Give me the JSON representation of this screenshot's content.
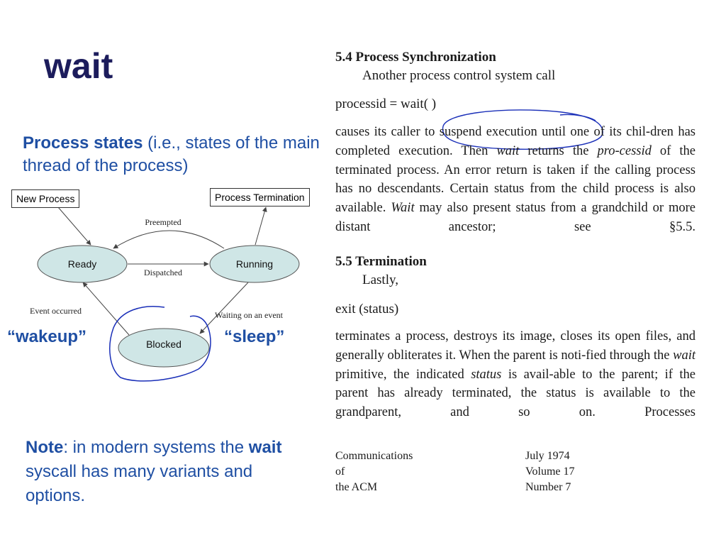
{
  "slide": {
    "title": "wait"
  },
  "states_heading": {
    "bold": "Process states",
    "rest": " (i.e., states of the main thread of the process)"
  },
  "diagram": {
    "boxes": {
      "new_process": "New Process",
      "process_termination": "Process Termination"
    },
    "states": {
      "ready": "Ready",
      "running": "Running",
      "blocked": "Blocked"
    },
    "transitions": {
      "preempted": "Preempted",
      "dispatched": "Dispatched",
      "event_occurred": "Event occurred",
      "waiting_on_event": "Waiting on an event"
    },
    "annotations": {
      "wakeup": "“wakeup”",
      "sleep": "“sleep”"
    },
    "colors": {
      "state_fill": "#cfe6e6",
      "ink": "#1a2fb8"
    }
  },
  "note": {
    "bold1": "Note",
    "text1": ": in modern systems the ",
    "bold2": "wait",
    "text2": " syscall has many variants and options."
  },
  "paper": {
    "sec54": {
      "heading": "5.4  Process Synchronization",
      "sub": "Another process control system call"
    },
    "code1": "processid = wait( )",
    "para1": {
      "t1": "causes its caller to suspend execution until one of its chil-dren has completed execution. Then ",
      "i1": "wait",
      "t2": " returns the ",
      "i2": "pro-cessid",
      "t3": " of the terminated process. An error return is taken if the calling process has no descendants. Certain status from the child process is also available. ",
      "i3": "Wait",
      "t4": " may also present status from a grandchild or more distant ancestor; see §5.5."
    },
    "sec55": {
      "heading": "5.5  Termination",
      "sub": "Lastly,"
    },
    "code2": "exit (status)",
    "para2": {
      "t1": "terminates a process, destroys its image, closes its open files, and generally obliterates it. When the parent is noti-fied through the ",
      "i1": "wait",
      "t2": " primitive, the indicated ",
      "i2": "status",
      "t3": " is avail-able to the parent; if the parent has already terminated, the status is available to the grandparent, and so on. Processes"
    },
    "footer": {
      "left": [
        "Communications",
        "of",
        "the ACM"
      ],
      "right": [
        "July 1974",
        "Volume 17",
        "Number 7"
      ]
    }
  }
}
